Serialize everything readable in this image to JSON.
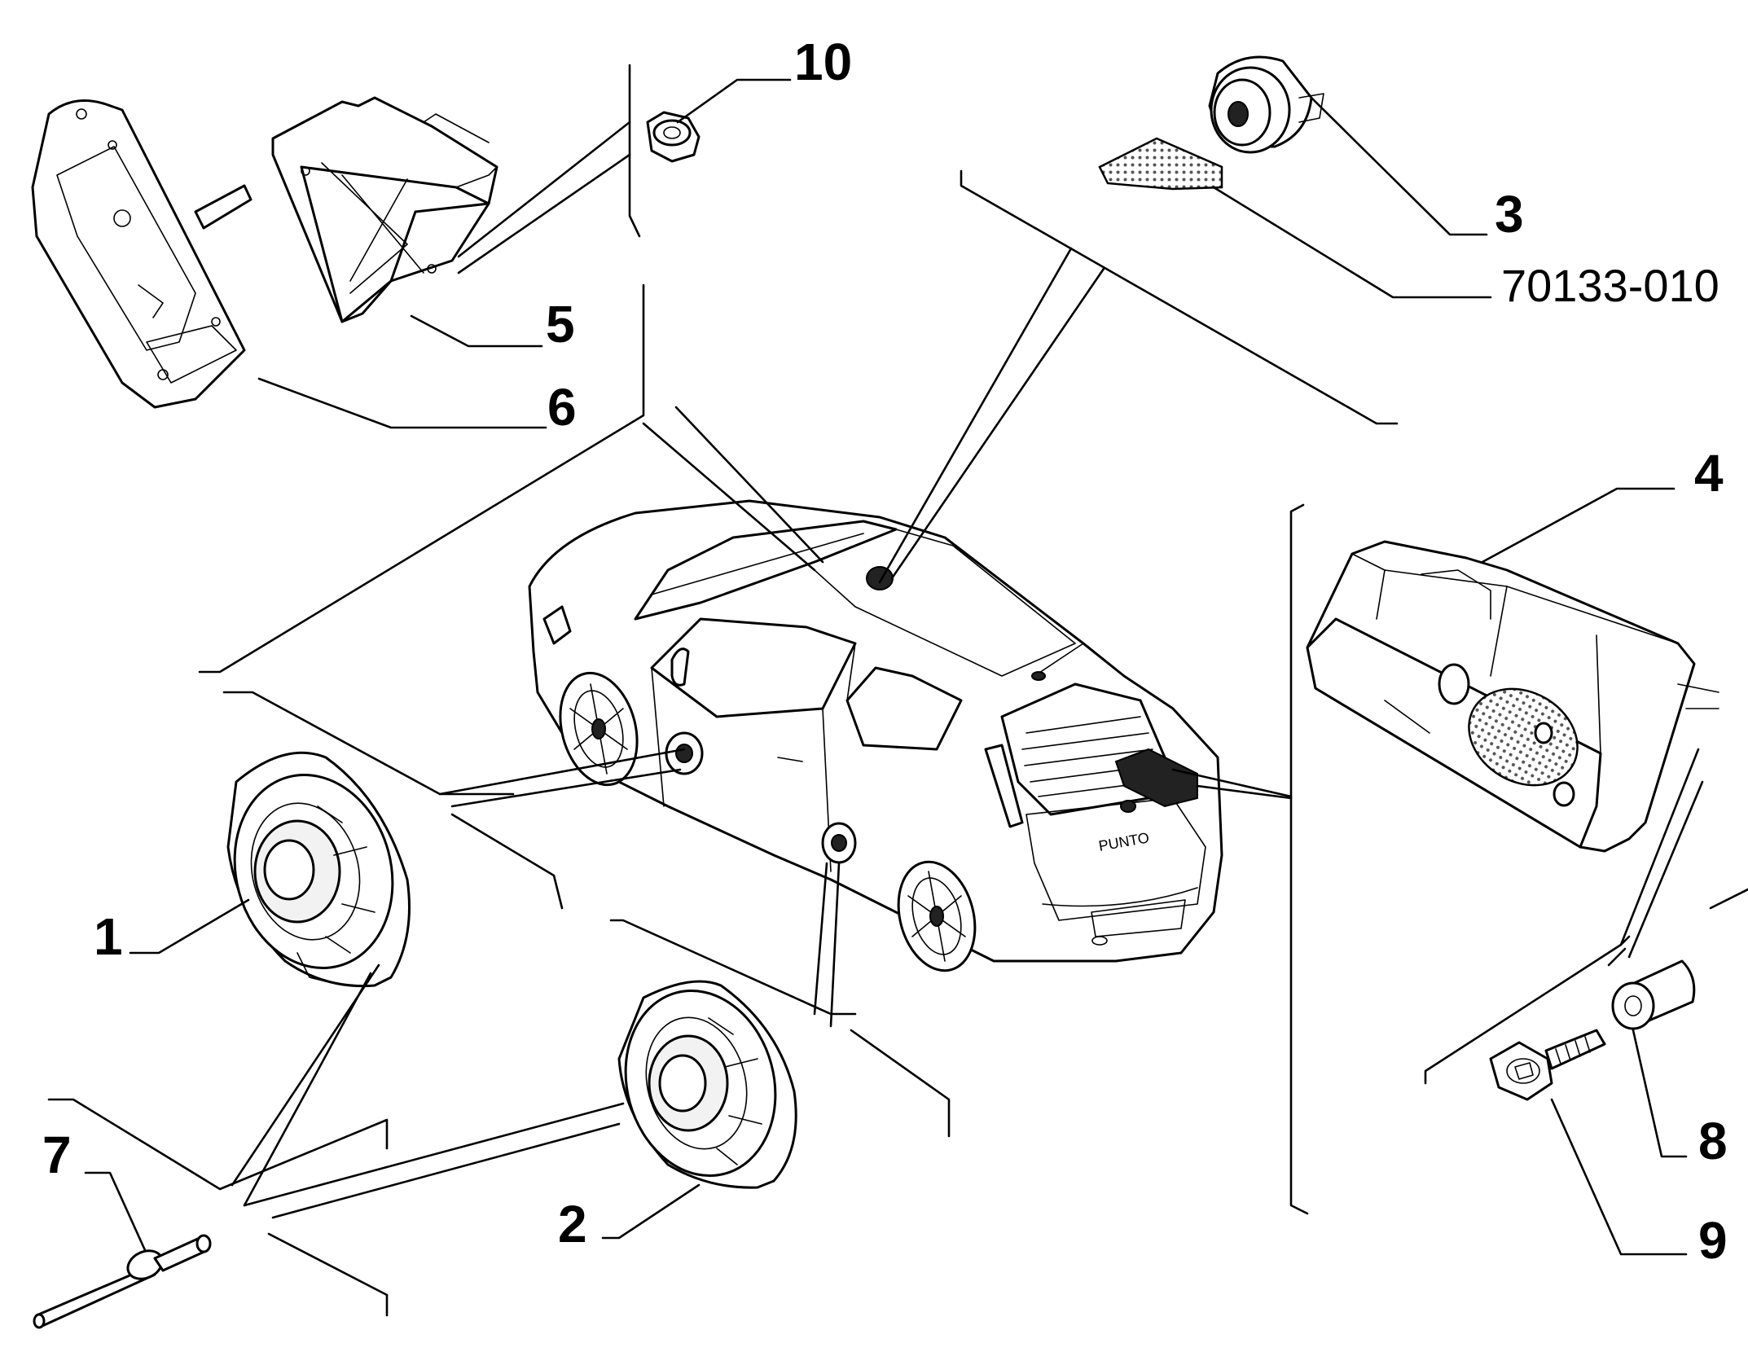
{
  "callouts": {
    "p1": "1",
    "p2": "2",
    "p3": "3",
    "p4": "4",
    "p5": "5",
    "p6": "6",
    "p7": "7",
    "p8": "8",
    "p9": "9",
    "p10": "10",
    "ref": "70133-010"
  },
  "car_badge": "PUNTO",
  "colors": {
    "ink": "#000000",
    "background": "#ffffff"
  }
}
